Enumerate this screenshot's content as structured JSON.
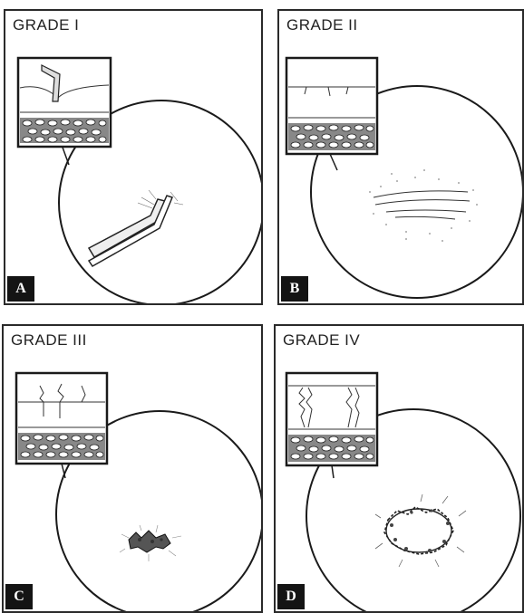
{
  "panels": [
    {
      "title": "GRADE I",
      "letter": "A"
    },
    {
      "title": "GRADE II",
      "letter": "B"
    },
    {
      "title": "GRADE III",
      "letter": "C"
    },
    {
      "title": "GRADE IV",
      "letter": "D"
    }
  ]
}
